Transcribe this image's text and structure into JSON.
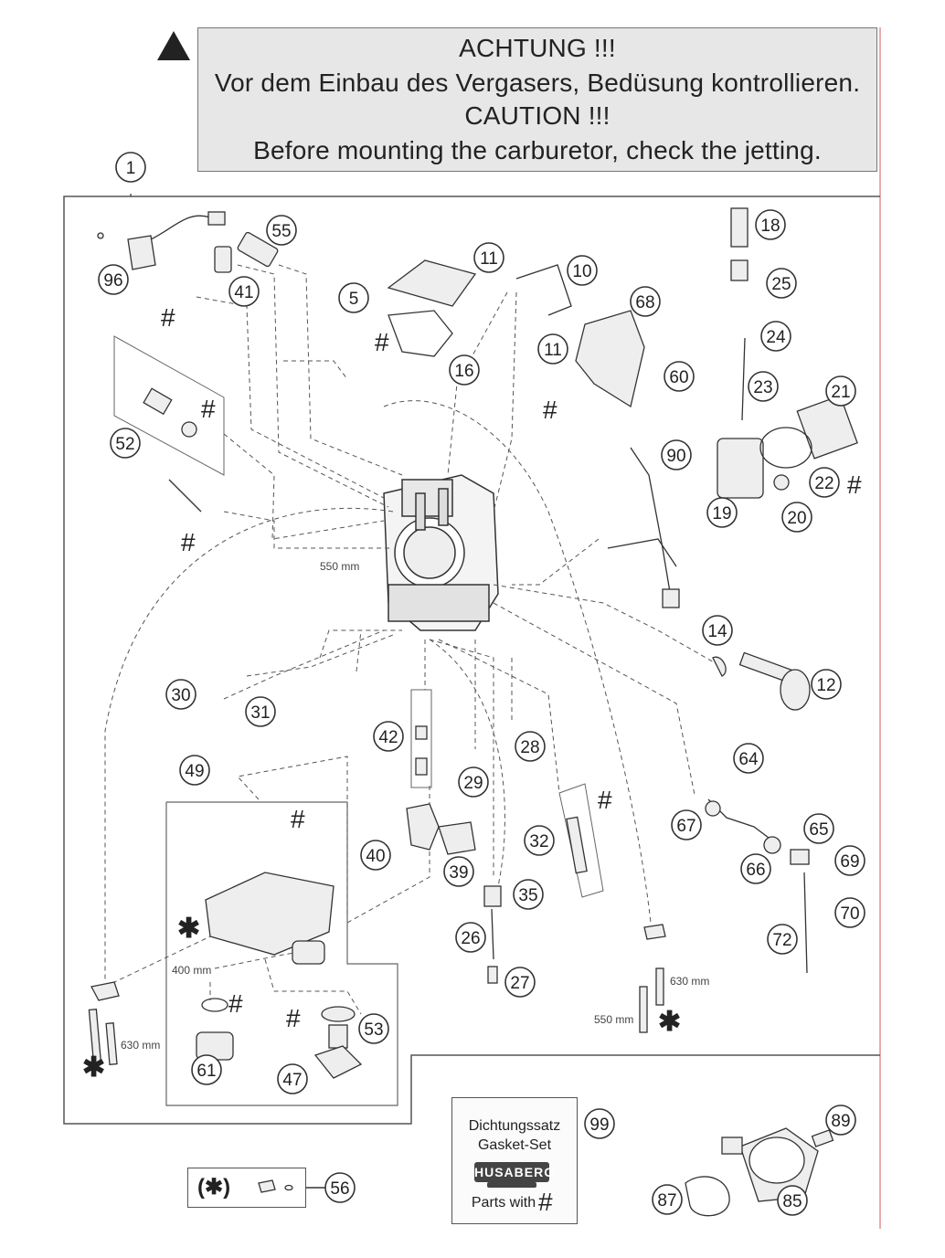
{
  "warning": {
    "line1": "ACHTUNG !!!",
    "line2": "Vor dem Einbau des Vergasers, Bedüsung kontrollieren.",
    "line3": "CAUTION !!!",
    "line4": "Before mounting the carburetor, check the jetting."
  },
  "gasket_set": {
    "line1": "Dichtungssatz",
    "line2": "Gasket-Set",
    "logo": "HUSABERG",
    "parts": "Parts with",
    "hash": "#"
  },
  "star_kit": {
    "symbol": "(✱)",
    "number": "56"
  },
  "parts": [
    "1",
    "96",
    "55",
    "41",
    "5",
    "11",
    "10",
    "68",
    "11",
    "60",
    "16",
    "18",
    "25",
    "24",
    "23",
    "21",
    "22",
    "20",
    "19",
    "90",
    "52",
    "14",
    "12",
    "30",
    "31",
    "42",
    "28",
    "29",
    "49",
    "32",
    "64",
    "67",
    "65",
    "66",
    "69",
    "70",
    "72",
    "40",
    "39",
    "35",
    "26",
    "27",
    "53",
    "61",
    "47",
    "99",
    "89",
    "87",
    "85"
  ],
  "length_labels": [
    "550 mm",
    "400 mm",
    "630 mm",
    "630 mm",
    "550 mm"
  ],
  "markers": {
    "hash": "#",
    "star": "✱"
  }
}
